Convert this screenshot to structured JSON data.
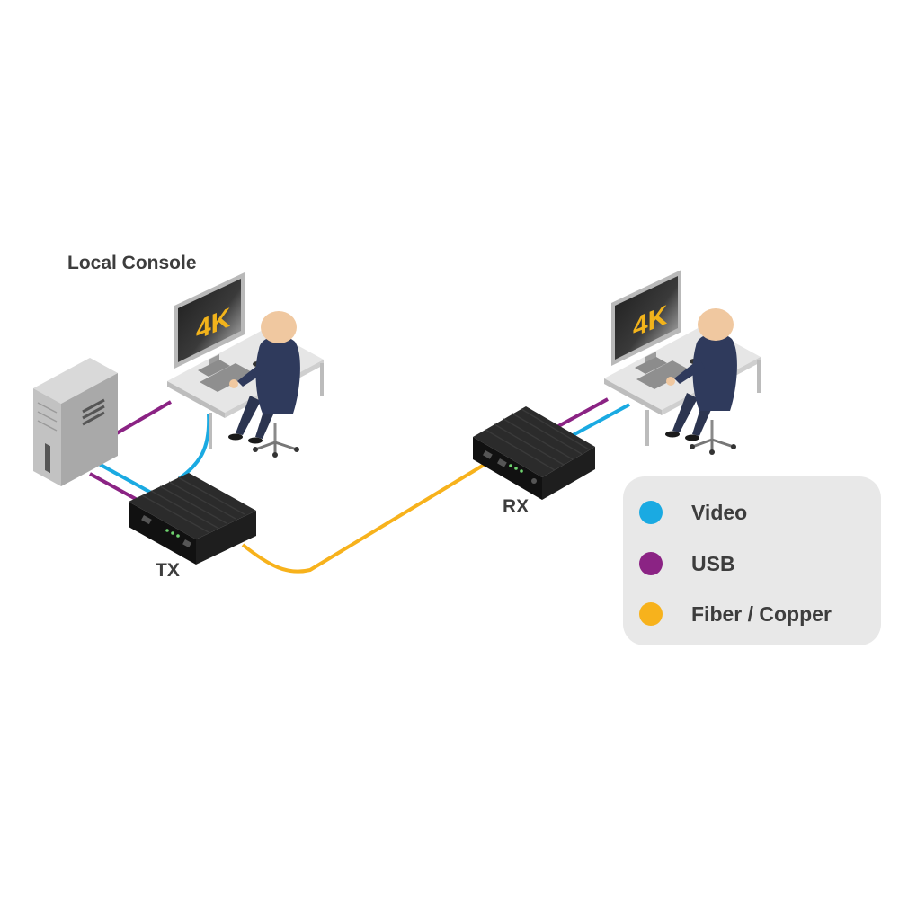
{
  "labels": {
    "local_console": "Local Console",
    "tx": "TX",
    "rx": "RX",
    "monitor_text": "4K"
  },
  "legend": {
    "items": [
      {
        "label": "Video",
        "color": "#1aaae2"
      },
      {
        "label": "USB",
        "color": "#8b2384"
      },
      {
        "label": "Fiber / Copper",
        "color": "#f7b21c"
      }
    ]
  },
  "colors": {
    "video": "#1aaae2",
    "usb": "#8b2384",
    "fiber": "#f7b21c",
    "device_body": "#1e1e1e",
    "monitor_accent": "#f2b31b",
    "legend_bg": "#e8e8e8"
  },
  "icons": [
    "pc-tower-icon",
    "monitor-icon",
    "desk-icon",
    "keyboard-icon",
    "mouse-icon",
    "user-figure-icon",
    "office-chair-icon",
    "extender-box-icon"
  ]
}
